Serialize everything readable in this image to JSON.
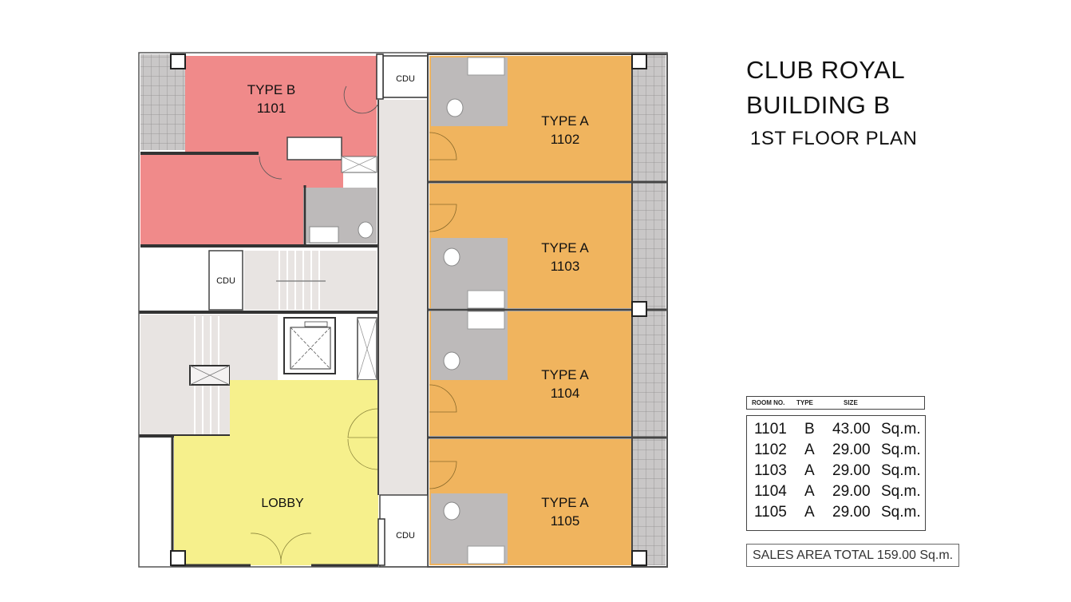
{
  "title": {
    "line1": "CLUB ROYAL",
    "line2": "BUILDING B",
    "line3": "1ST FLOOR PLAN"
  },
  "colors": {
    "type_b": "#f08a8a",
    "type_a": "#f0b45e",
    "lobby": "#f6f08c",
    "bathroom": "#bdbaba",
    "corridor": "#e8e4e2",
    "balcony_grid": "#c4c2c2"
  },
  "plan": {
    "rooms": [
      {
        "type_label": "TYPE B",
        "number": "1101"
      },
      {
        "type_label": "TYPE A",
        "number": "1102"
      },
      {
        "type_label": "TYPE A",
        "number": "1103"
      },
      {
        "type_label": "TYPE A",
        "number": "1104"
      },
      {
        "type_label": "TYPE A",
        "number": "1105"
      }
    ],
    "lobby_label": "LOBBY",
    "cdu_label": "CDU"
  },
  "schedule": {
    "headers": {
      "room_no": "ROOM NO.",
      "type": "TYPE",
      "size": "SIZE"
    },
    "rows": [
      {
        "room": "1101",
        "type": "B",
        "size": "43.00",
        "unit": "Sq.m."
      },
      {
        "room": "1102",
        "type": "A",
        "size": "29.00",
        "unit": "Sq.m."
      },
      {
        "room": "1103",
        "type": "A",
        "size": "29.00",
        "unit": "Sq.m."
      },
      {
        "room": "1104",
        "type": "A",
        "size": "29.00",
        "unit": "Sq.m."
      },
      {
        "room": "1105",
        "type": "A",
        "size": "29.00",
        "unit": "Sq.m."
      }
    ],
    "total": "SALES AREA TOTAL 159.00 Sq.m."
  }
}
